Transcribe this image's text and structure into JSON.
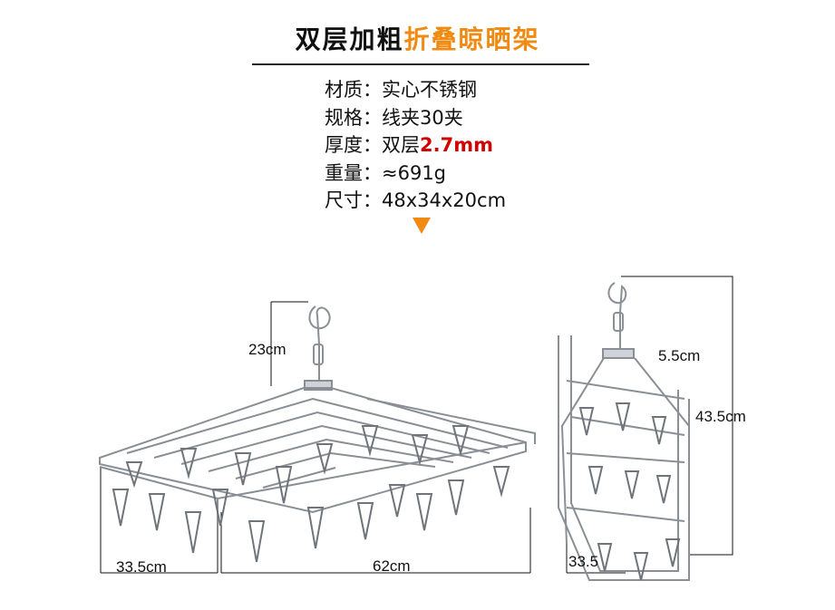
{
  "title": {
    "part1": "双层加粗",
    "part2": "折叠晾晒架",
    "accent_color": "#f08a12"
  },
  "specs": [
    {
      "label": "材质：",
      "value": "实心不锈钢"
    },
    {
      "label": "规格：",
      "value": "线夹30夹"
    },
    {
      "label": "厚度：",
      "value": "双层",
      "value_red": "2.7mm"
    },
    {
      "label": "重量：",
      "value": "≈691g"
    },
    {
      "label": "尺寸：",
      "value": "48x34x20cm"
    }
  ],
  "highlight_color": "#d10000",
  "dimensions": {
    "hook_height": "23cm",
    "depth": "33.5cm",
    "length": "62cm",
    "folded_thickness": "5.5cm",
    "folded_height": "43.5cm",
    "folded_width": "33.5"
  }
}
